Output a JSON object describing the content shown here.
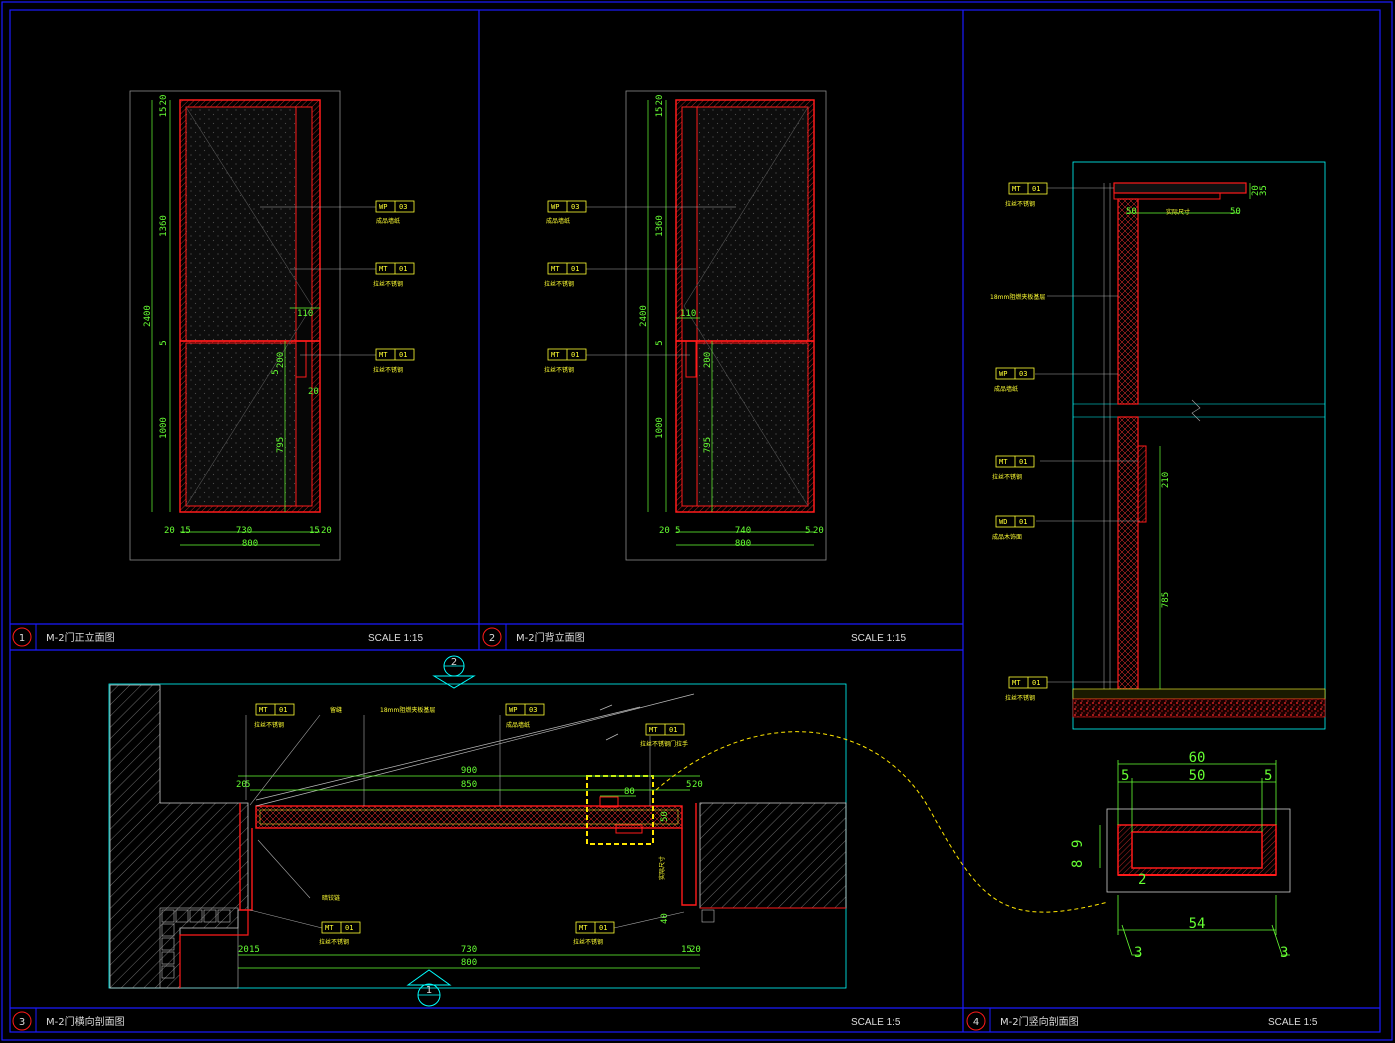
{
  "colors": {
    "frame": "#1a1aff",
    "door": "#ff1a1a",
    "dimension": "#66ff33",
    "annotation": "#ffff33",
    "outline": "#00ffff",
    "detail_box": "#ffe600"
  },
  "views": [
    {
      "number": "1",
      "title": "M-2门正立面图",
      "scale": "SCALE 1:15"
    },
    {
      "number": "2",
      "title": "M-2门背立面图",
      "scale": "SCALE 1:15"
    },
    {
      "number": "3",
      "title": "M-2门横向剖面图",
      "scale": "SCALE 1:5"
    },
    {
      "number": "4",
      "title": "M-2门竖向剖面图",
      "scale": "SCALE 1:5"
    }
  ],
  "section_markers": [
    "2",
    "1"
  ],
  "tags": {
    "mt01": {
      "code": "MT",
      "num": "01"
    },
    "wp03": {
      "code": "WP",
      "num": "03"
    },
    "wd01": {
      "code": "WD",
      "num": "01"
    }
  },
  "notes": {
    "mt": "拉丝不锈钢",
    "wp": "成品墙纸",
    "wd": "成品木饰面",
    "board18": "18mm阻燃夹板基层",
    "gap": "留缝",
    "hinge": "暗铰链",
    "handle": "拉丝不锈钢门拉手",
    "size": "实际尺寸"
  },
  "elev1": {
    "height": "2400",
    "top": "1360",
    "bottom": "1000",
    "mid": "5",
    "t1": "15",
    "t2": "20",
    "w": "730",
    "total": "800",
    "l1": "20",
    "l2": "15",
    "r1": "15",
    "r2": "20",
    "h110": "110",
    "h200": "200",
    "h795": "795",
    "h5": "5",
    "h20": "20"
  },
  "elev2": {
    "height": "2400",
    "top": "1360",
    "bottom": "1000",
    "mid": "5",
    "t1": "15",
    "t2": "20",
    "w": "740",
    "total": "800",
    "l1": "20",
    "l2": "5",
    "r1": "5",
    "r2": "20",
    "h110": "110",
    "h200": "200",
    "h795": "795"
  },
  "sec3": {
    "d900": "900",
    "d850": "850",
    "d730": "730",
    "d800": "800",
    "l20": "20",
    "l5": "5",
    "l15": "15",
    "r20": "20",
    "r15": "15",
    "r5": "5",
    "d80": "80",
    "d50": "50",
    "d40": "40"
  },
  "sec4": {
    "d50": "50",
    "d35": "35",
    "d20": "20",
    "d210": "210",
    "d785": "785"
  },
  "detail": {
    "w60": "60",
    "w50": "50",
    "s5a": "5",
    "s5b": "5",
    "w54": "54",
    "h9": "9",
    "h8": "8",
    "g2": "2",
    "b3a": "3",
    "b3b": "3"
  }
}
